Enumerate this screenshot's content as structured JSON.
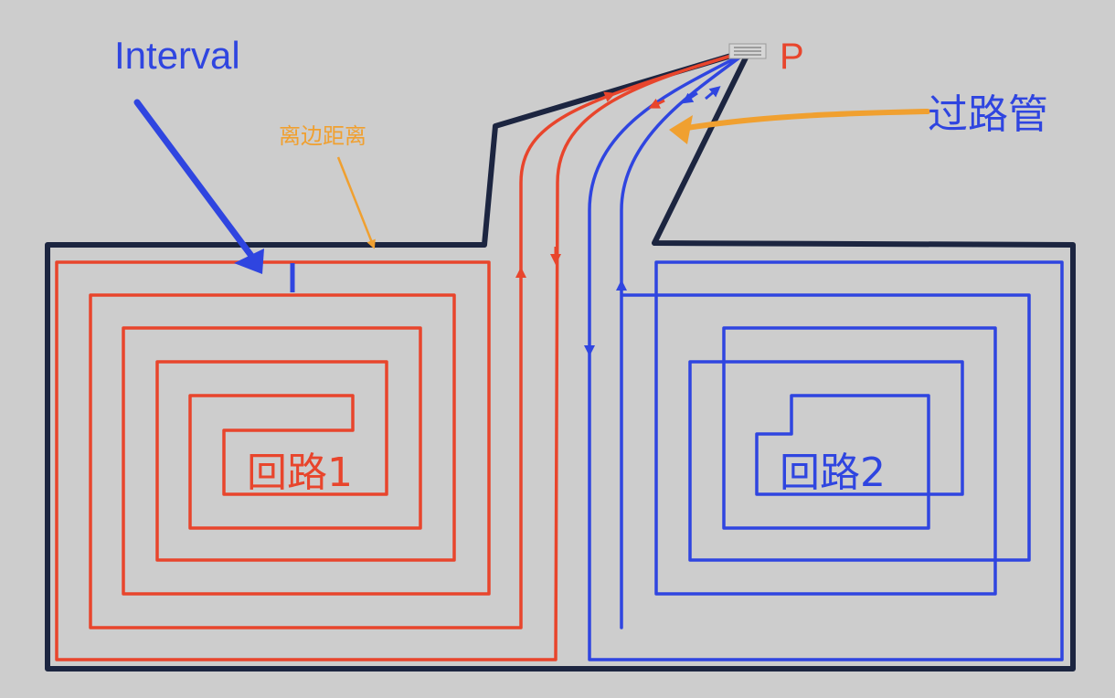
{
  "labels": {
    "interval": "Interval",
    "manifold": "P",
    "transit_pipe": "过路管",
    "edge_distance": "离边距离",
    "loop1": "回路1",
    "loop2": "回路2"
  },
  "colors": {
    "background": "#cdcdcd",
    "outline": "#1c2540",
    "loop1": "#e8452c",
    "loop2": "#2f45e0",
    "annotation": "#f0a030",
    "interval_arrow": "#2f45e0"
  },
  "icons": {
    "manifold": "manifold-icon"
  }
}
